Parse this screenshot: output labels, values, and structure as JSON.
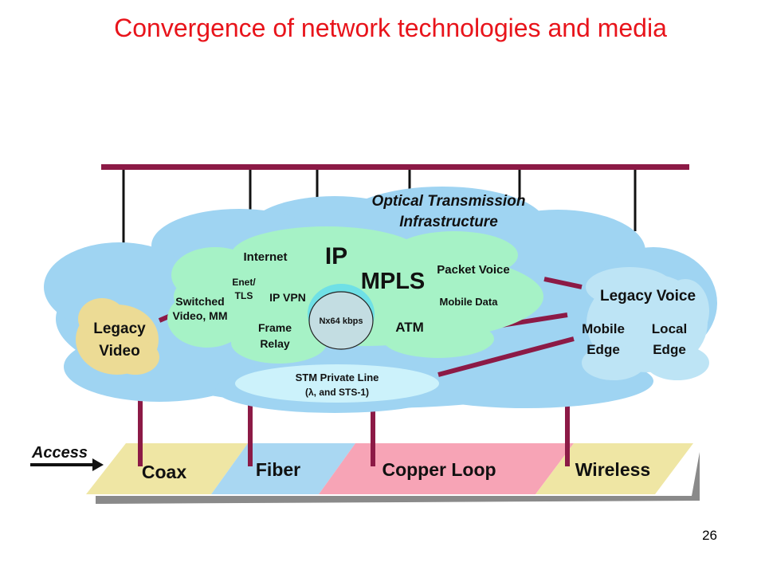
{
  "title": "Convergence of network technologies and media",
  "page_number": "26",
  "diagram": {
    "optical": [
      "Optical Transmission",
      "Infrastructure"
    ],
    "internet": "Internet",
    "ip": "IP",
    "mpls": "MPLS",
    "packet_voice": "Packet Voice",
    "mobile_data": "Mobile Data",
    "enet_tls": [
      "Enet/",
      "TLS"
    ],
    "ip_vpn": "IP VPN",
    "switched_video": [
      "Switched",
      "Video, MM"
    ],
    "frame_relay": [
      "Frame",
      "Relay"
    ],
    "atm": "ATM",
    "nx64": "Nx64 kbps",
    "legacy_video": [
      "Legacy",
      "Video"
    ],
    "legacy_voice": "Legacy Voice",
    "mobile_edge": [
      "Mobile",
      "Edge"
    ],
    "local_edge": [
      "Local",
      "Edge"
    ],
    "stm_private_line": [
      "STM Private Line",
      "(λ, and STS-1)"
    ],
    "access": "Access",
    "media": [
      "Coax",
      "Fiber",
      "Copper Loop",
      "Wireless"
    ]
  },
  "colors": {
    "title": "#e8141b",
    "cloud_outer": "#9fd4f2",
    "cloud_ip": "#a6f2c6",
    "legacy_video": "#ecdb95",
    "stm": "#ccf2fb",
    "nx64": "#c3dde2",
    "coax": "#efe6a4",
    "fiber": "#a9d7f2",
    "copper": "#f7a4b6",
    "wireless": "#efe6a4",
    "bus": "#8c1a46"
  }
}
